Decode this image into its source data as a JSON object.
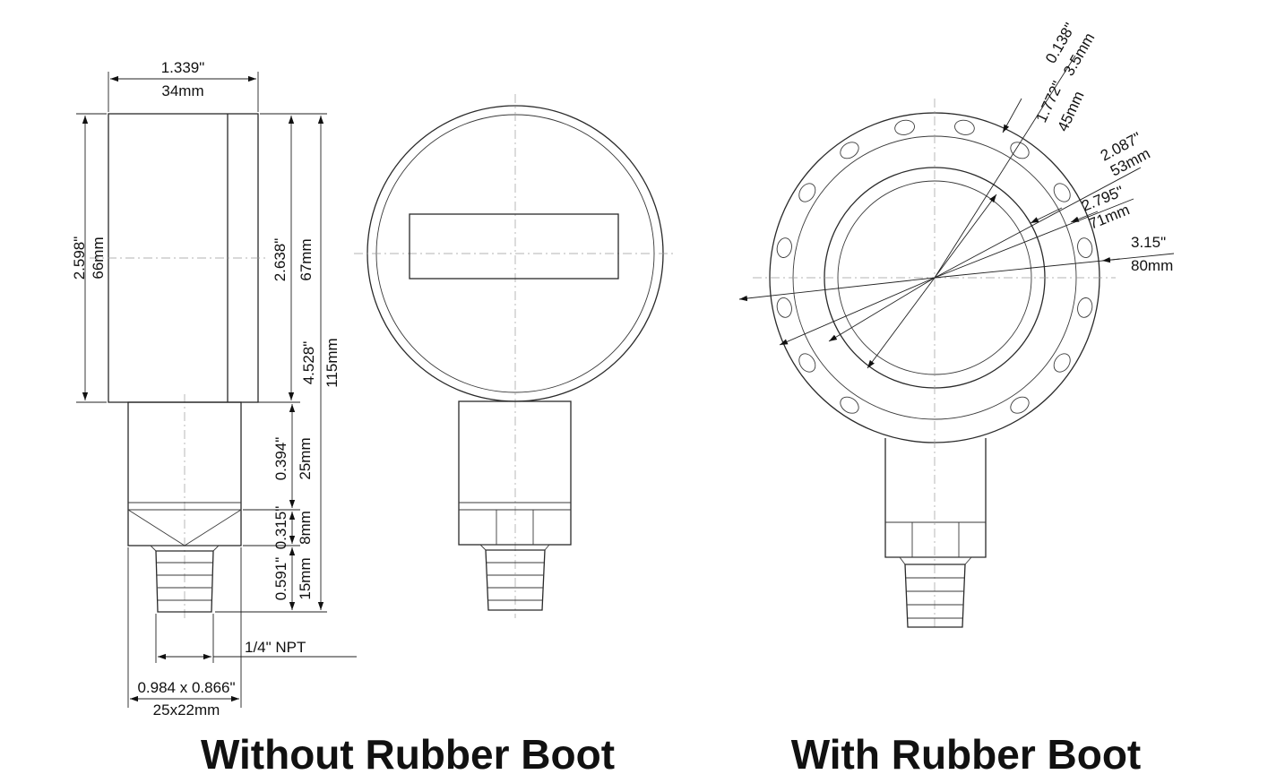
{
  "dimensions": {
    "width": {
      "inch": "1.339\"",
      "mm": "34mm"
    },
    "case_height": {
      "inch": "2.598\"",
      "mm": "66mm"
    },
    "dial_height": {
      "inch": "2.638\"",
      "mm": "67mm"
    },
    "overall_height": {
      "inch": "4.528\"",
      "mm": "115mm"
    },
    "stem_height": {
      "inch": "0.394\"",
      "mm": "25mm"
    },
    "hex_height": {
      "inch": "0.315\"",
      "mm": "8mm"
    },
    "thread_length": {
      "inch": "0.591\"",
      "mm": "15mm"
    },
    "thread_type": "1/4\" NPT",
    "hex_size": {
      "inch": "0.984 x 0.866\"",
      "mm": "25x22mm"
    }
  },
  "boot_dimensions": {
    "bump": {
      "inch": "0.138\"",
      "mm": "3.5mm"
    },
    "window": {
      "inch": "1.772\"",
      "mm": "45mm"
    },
    "inner_ring": {
      "inch": "2.087\"",
      "mm": "53mm"
    },
    "outer_ring": {
      "inch": "2.795\"",
      "mm": "71mm"
    },
    "boot_diameter": {
      "inch": "3.15\"",
      "mm": "80mm"
    }
  },
  "captions": {
    "left": "Without Rubber Boot",
    "right": "With Rubber Boot"
  },
  "colors": {
    "line": "#2a2a2a",
    "background": "#ffffff"
  }
}
